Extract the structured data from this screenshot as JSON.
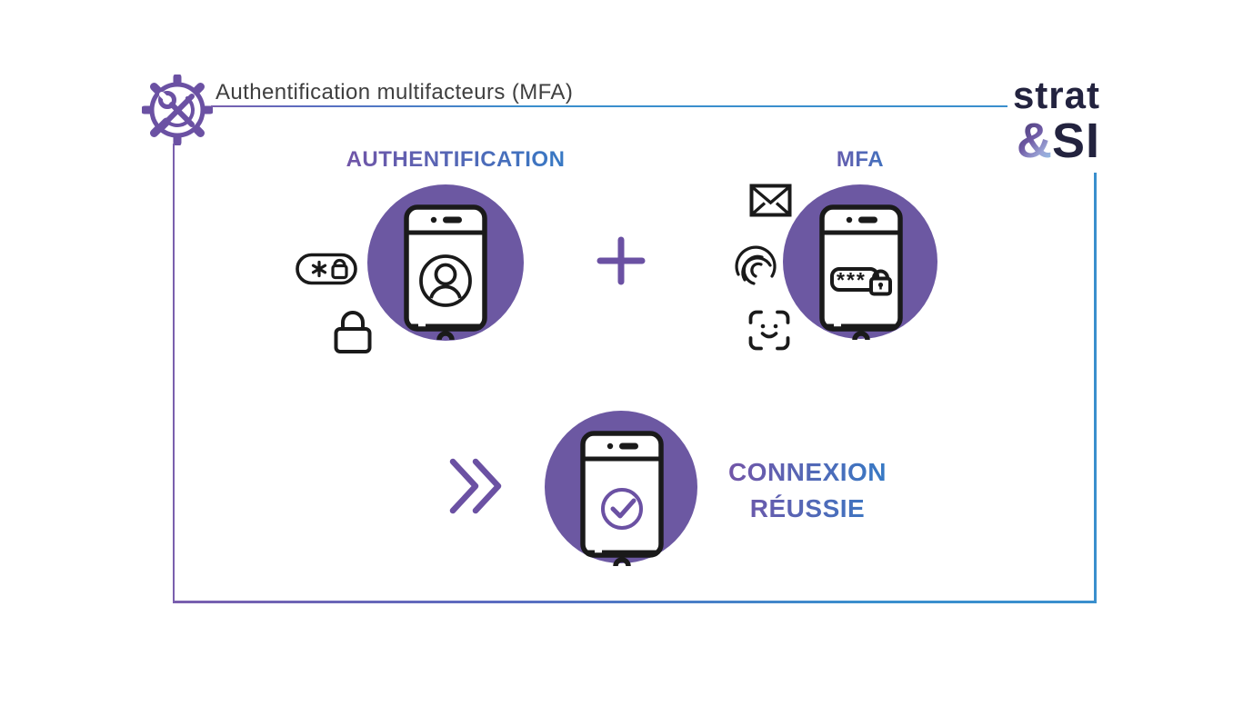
{
  "colors": {
    "purple": "#6C58A2",
    "purple-line": "#7A5FAE",
    "icon-purple": "#6B51A3",
    "border-blue": "#3A8FCD",
    "ink": "#1A1A1A",
    "title-ink": "#3F3F3F",
    "logo-navy": "#23233F",
    "grad-from": "#7B4FA3",
    "grad-to": "#2D7FC9"
  },
  "header": {
    "title": "Authentification multifacteurs (MFA)",
    "logo": {
      "top": "strat",
      "ampersand": "&",
      "bottom": "SI"
    }
  },
  "sections": {
    "auth": {
      "label": "AUTHENTIFICATION"
    },
    "mfa": {
      "label": "MFA"
    },
    "result": {
      "label_line1": "CONNEXION",
      "label_line2": "RÉUSSIE"
    }
  },
  "glyphs": {
    "password_mask": "***"
  },
  "icons": [
    "gear-tools-icon",
    "password-pill-icon",
    "padlock-icon",
    "phone-user-icon",
    "plus-icon",
    "envelope-icon",
    "fingerprint-icon",
    "face-id-icon",
    "phone-password-icon",
    "double-chevron-icon",
    "phone-check-icon"
  ]
}
